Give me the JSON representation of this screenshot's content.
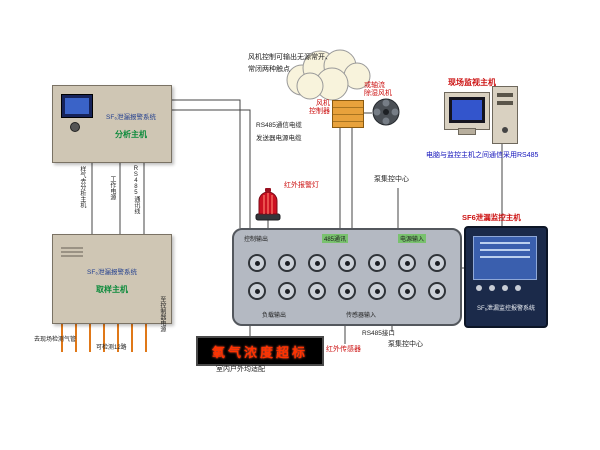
{
  "analysis_host": {
    "title": "SF₆泄漏报警系统",
    "subtitle": "分析主机"
  },
  "sampling_host": {
    "title": "SF₆泄漏报警系统",
    "subtitle": "取样主机"
  },
  "host_links": {
    "left": "样气去分析主机",
    "middle": "工作电源",
    "right": "RS485通讯线"
  },
  "sampling_bottom": {
    "pipes_label": "去现场检测气管",
    "channels_label": "可检测12路",
    "power_label": "至控制器电源"
  },
  "cloud_note": {
    "line1": "风机控制可输出无源常开、",
    "line2": "常闭两种触点"
  },
  "fan_controller": {
    "label": "风机\n控制器"
  },
  "fan": {
    "label": "或轴流\n除湿风机"
  },
  "monitor_pc": {
    "label": "现场监视主机",
    "comm_note": "电脑与监控主机之间通信采用RS485"
  },
  "cables": {
    "rs485": "RS485通信电缆",
    "power": "发送器电源电缆"
  },
  "alarm_light": {
    "label": "红外报警灯"
  },
  "pump_center_top": "泵集控中心",
  "pump_center_bottom": "泵集控中心",
  "rs485_port": "RS485接口",
  "ir_sensor": {
    "label": "红外传感器"
  },
  "terminal_block": {
    "rows": 2,
    "terminals_per_row": 7,
    "top_labels": [
      "控制输出",
      "485通讯",
      "电源输入"
    ],
    "bottom_labels": [
      "负载输出",
      "传感器输入"
    ]
  },
  "sf6_host": {
    "title": "SF6泄漏监控主机",
    "panel_label": "SF₆泄漏监控报警系统"
  },
  "led_display": {
    "text": "氧气浓度超标",
    "caption": "室内户外均适配"
  },
  "colors": {
    "wire": "#444444",
    "gas_pipe_orange": "#e07818",
    "alarm_red": "#cc1122",
    "panel_beige": "#cfc6b4",
    "terminal_gray": "#b4b9c2",
    "host_navy": "#1b2a4a"
  }
}
